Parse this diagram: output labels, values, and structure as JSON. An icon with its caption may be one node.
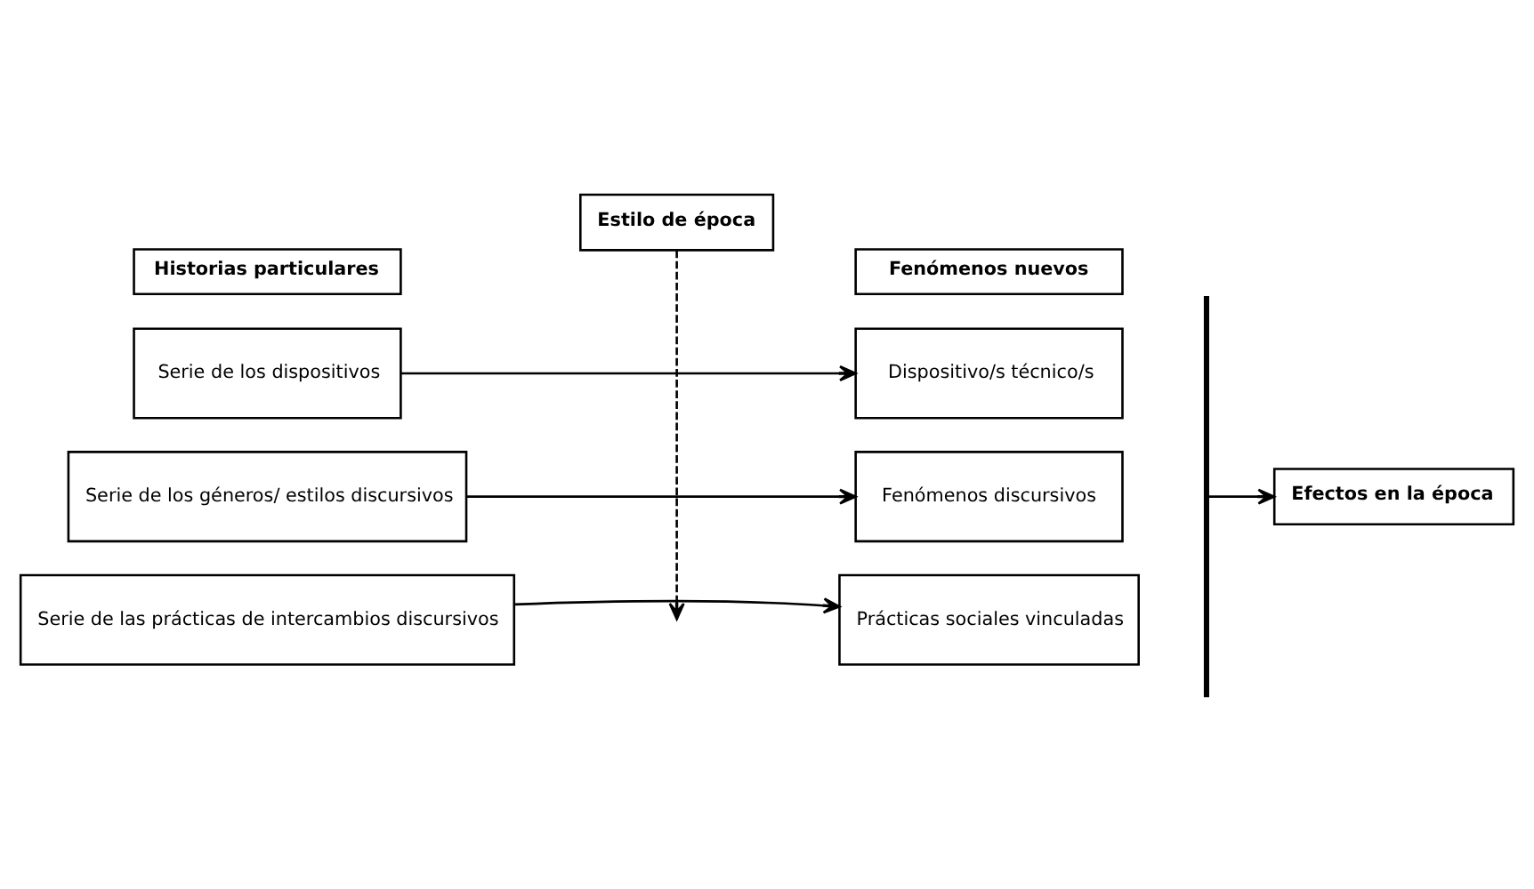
{
  "diagram": {
    "nodes": [
      {
        "text": [
          "Estilo de época"
        ]
      },
      {
        "text": [
          "Historias particulares"
        ]
      },
      {
        "text": [
          "Fenómenos nuevos"
        ]
      },
      {
        "text": [
          "Serie de los dispositivos"
        ]
      },
      {
        "text": [
          "Serie de los géneros/ estilos discursivos"
        ]
      },
      {
        "text": [
          "Serie de las prácticas de intercambios discursivos"
        ]
      },
      {
        "text": [
          "Dispositivo/s técnico/s"
        ]
      },
      {
        "text": [
          "Fenómenos discursivos"
        ]
      },
      {
        "text": [
          "Prácticas sociales vinculadas"
        ]
      },
      {
        "text": [],
        "shape": "bar"
      },
      {
        "text": [
          "Efectos en la época"
        ]
      }
    ],
    "edges": [
      {
        "from": 0,
        "to": null,
        "arrow": "to",
        "style": "dashed"
      },
      {
        "from": 3,
        "to": 6,
        "arrow": "to"
      },
      {
        "from": 4,
        "to": 7,
        "arrow": "to"
      },
      {
        "from": 5,
        "to": 8,
        "arrow": "to"
      },
      {
        "from": 9,
        "to": 10,
        "arrow": "to"
      }
    ]
  }
}
